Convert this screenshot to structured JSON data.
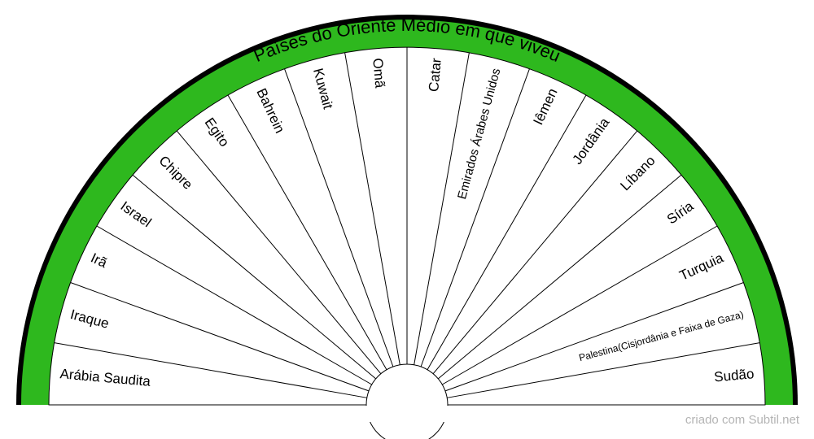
{
  "title": "Países do Oriente Médio em que viveu",
  "credit": "criado com Subtil.net",
  "colors": {
    "ring": "#2eb81e",
    "outline": "#000000",
    "background": "#ffffff"
  },
  "countries": [
    "Arábia Saudita",
    "Iraque",
    "Irã",
    "Israel",
    "Chipre",
    "Egito",
    "Bahrein",
    "Kuwait",
    "Omã",
    "Catar",
    "Emirados Árabes Unidos",
    "Iêmen",
    "Jordânia",
    "Líbano",
    "Síria",
    "Turquia",
    "Palestina(Cisjordânia e Faixa de Gaza)",
    "Sudão"
  ]
}
